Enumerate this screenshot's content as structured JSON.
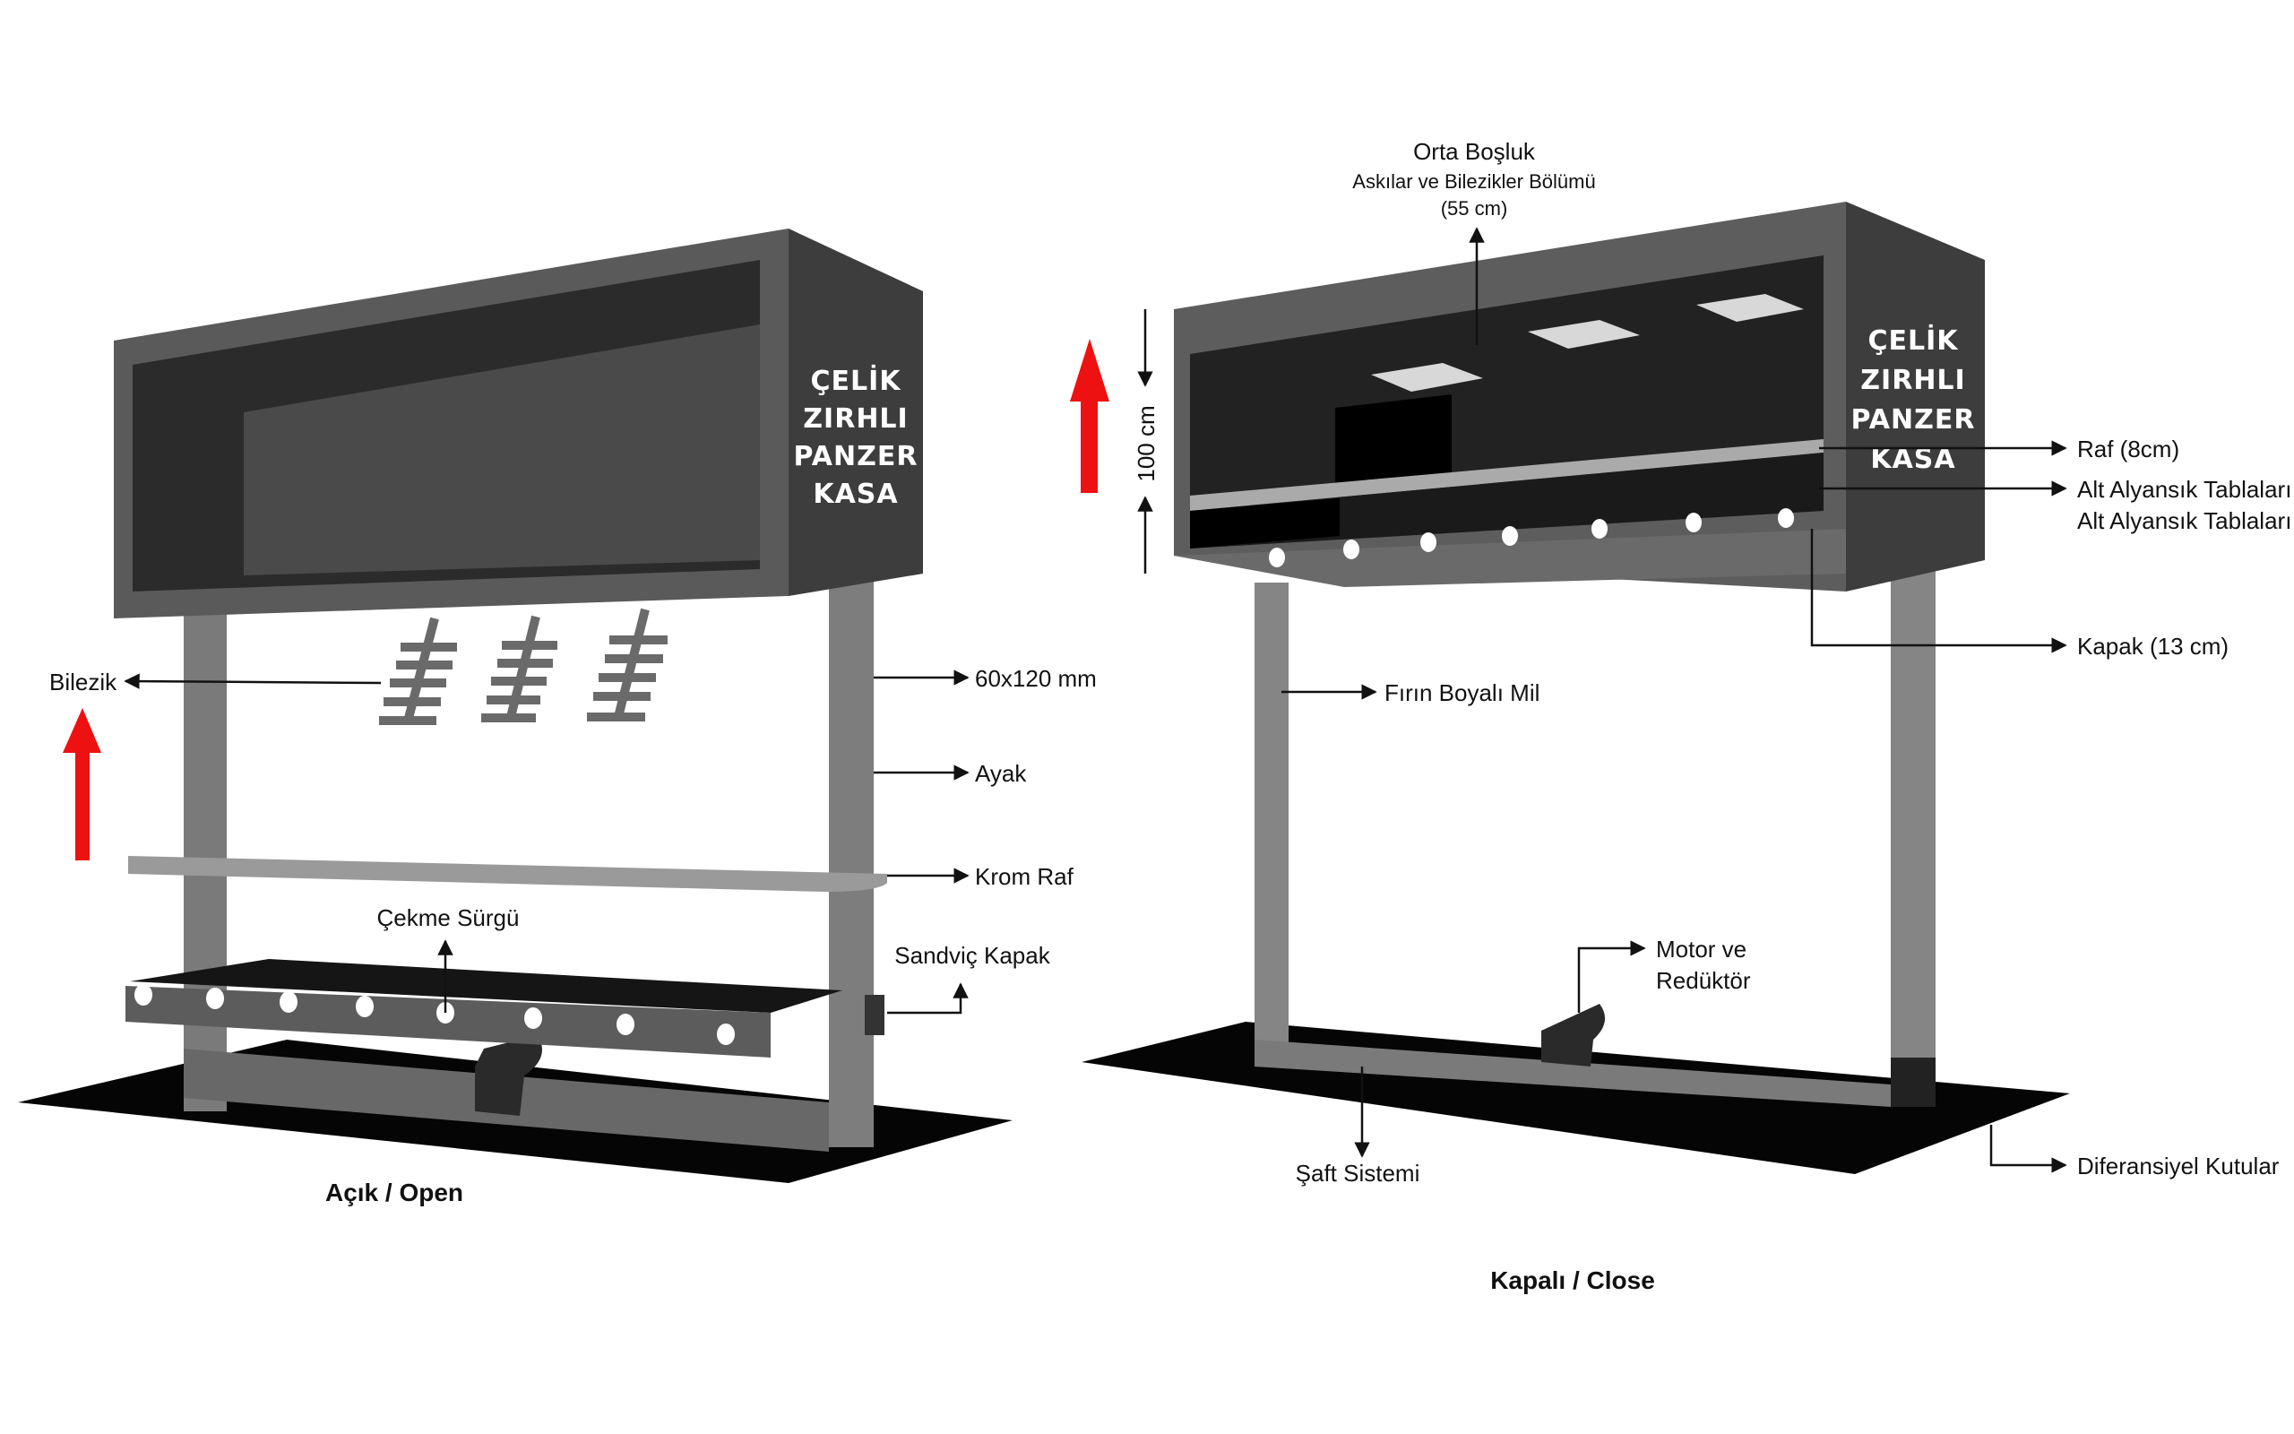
{
  "figure": {
    "colors": {
      "cabinet_front": "#5a5a5a",
      "cabinet_side": "#3d3d3d",
      "cabinet_inner": "#4a4a4a",
      "inner_dark": "#1a1a1a",
      "leg": "#7a7a7a",
      "floor": "#050505",
      "shelf": "#9a9a9a",
      "arrow_red": "#ee1111",
      "vent": "#d8d8d8"
    },
    "open_view": {
      "caption": "Açık / Open",
      "brand_lines": [
        "ÇELİK",
        "ZIRHLI",
        "PANZER",
        "KASA"
      ],
      "labels": {
        "bilezik": "Bilezik",
        "profile": "60x120 mm",
        "leg": "Ayak",
        "chrome_shelf": "Krom Raf",
        "drawer_rail": "Çekme Sürgü",
        "sandwich_cover": "Sandviç Kapak"
      }
    },
    "closed_view": {
      "caption": "Kapalı / Close",
      "brand_lines": [
        "ÇELİK",
        "ZIRHLI",
        "PANZER",
        "KASA"
      ],
      "top_label": [
        "Orta Boşluk",
        "Askılar ve Bilezikler Bölümü",
        "(55 cm)"
      ],
      "dimension": "100 cm",
      "labels": {
        "shelf": "Raf (8cm)",
        "support_1": "Alt Alyansık Tablaları",
        "support_2": "Alt Alyansık Tablaları",
        "cover": "Kapak (13 cm)",
        "paint": "Fırın Boyalı Mil",
        "motor": [
          "Motor ve",
          "Redüktör"
        ],
        "rail_system": "Şaft Sistemi",
        "diff": "Diferansiyel Kutular"
      }
    }
  }
}
